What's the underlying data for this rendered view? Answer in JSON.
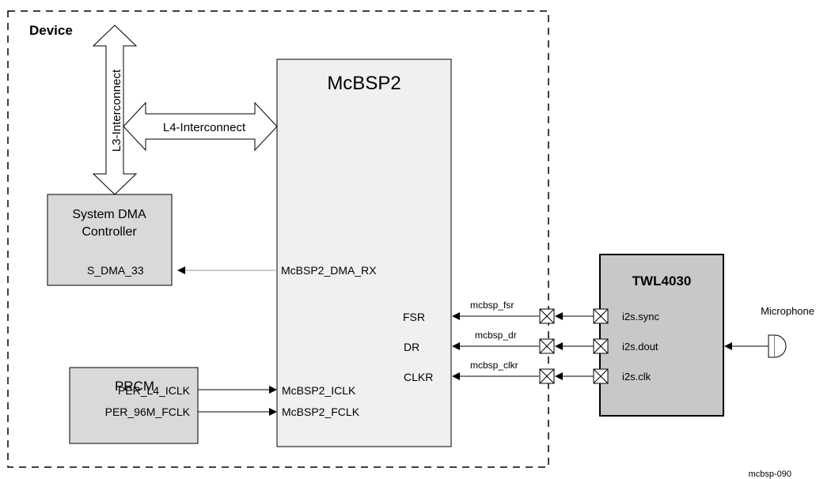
{
  "device": {
    "label": "Device"
  },
  "l3": {
    "label": "L3-Interconnect"
  },
  "l4": {
    "label": "L4-Interconnect"
  },
  "mcbsp": {
    "title": "McBSP2",
    "dma_rx": "McBSP2_DMA_RX",
    "fsr": "FSR",
    "dr": "DR",
    "clkr": "CLKR",
    "iclk": "McBSP2_ICLK",
    "fclk": "McBSP2_FCLK"
  },
  "dma": {
    "title_line1": "System DMA",
    "title_line2": "Controller",
    "port": "S_DMA_33"
  },
  "prcm": {
    "title": "PRCM",
    "iclk": "PER_L4_ICLK",
    "fclk": "PER_96M_FCLK"
  },
  "signals": {
    "fsr": "mcbsp_fsr",
    "dr": "mcbsp_dr",
    "clkr": "mcbsp_clkr"
  },
  "twl": {
    "title": "TWL4030",
    "sync": "i2s.sync",
    "dout": "i2s.dout",
    "clk": "i2s.clk"
  },
  "microphone": {
    "label": "Microphone"
  },
  "figure_id": "mcbsp-090",
  "colors": {
    "block_fill": "#d9d9d9",
    "mcbsp_fill": "#f0f0f0",
    "twl_fill": "#c8c8c8",
    "line": "#000000",
    "dma_line": "#999999"
  }
}
